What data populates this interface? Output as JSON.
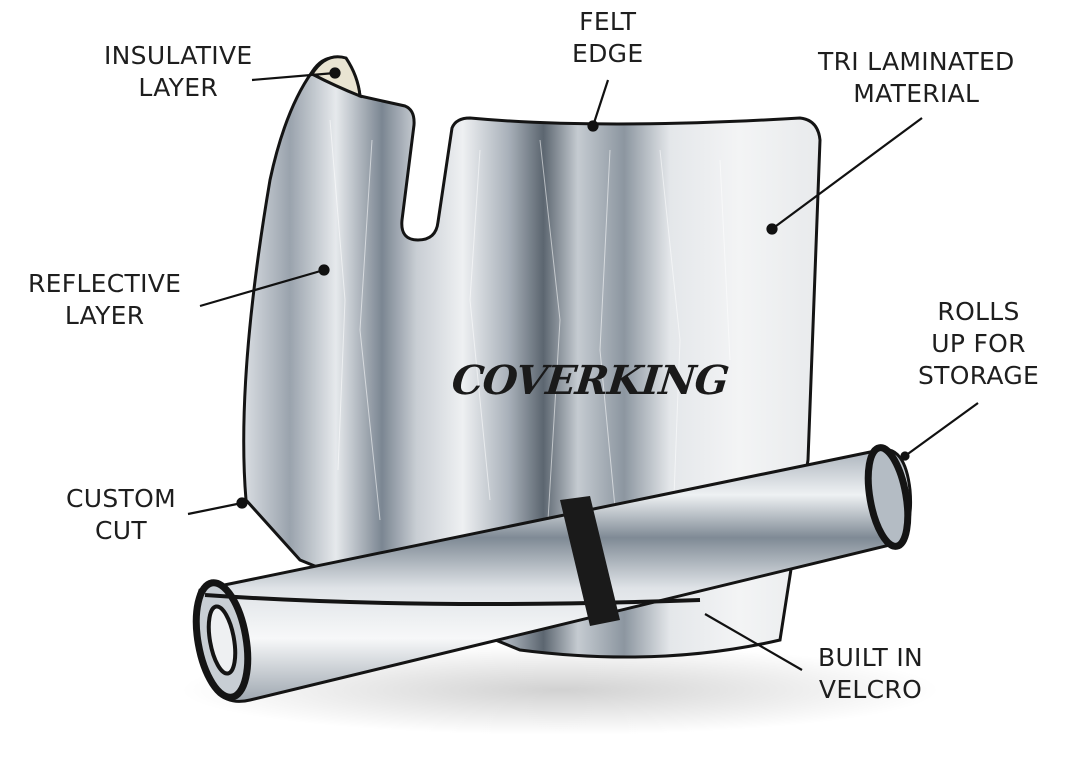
{
  "diagram": {
    "subject": "Windshield sunshade with callouts",
    "brand_logo": "COVERKING",
    "colors": {
      "background": "#ffffff",
      "label_text": "#1e1e1e",
      "leader_line": "#111111",
      "edge_trim": "#141414",
      "silver_light": "#eef0f2",
      "silver_mid": "#b9c0c8",
      "silver_dark": "#5c6670",
      "insulative_felt": "#e9e4d2"
    },
    "callouts": [
      {
        "id": "insulative-layer",
        "lines": [
          "INSULATIVE",
          "LAYER"
        ]
      },
      {
        "id": "felt-edge",
        "lines": [
          "FELT",
          "EDGE"
        ]
      },
      {
        "id": "tri-laminated-material",
        "lines": [
          "TRI LAMINATED",
          "MATERIAL"
        ]
      },
      {
        "id": "reflective-layer",
        "lines": [
          "REFLECTIVE",
          "LAYER"
        ]
      },
      {
        "id": "rolls-up-for-storage",
        "lines": [
          "ROLLS",
          "UP FOR",
          "STORAGE"
        ]
      },
      {
        "id": "custom-cut",
        "lines": [
          "CUSTOM",
          "CUT"
        ]
      },
      {
        "id": "built-in-velcro",
        "lines": [
          "BUILT IN",
          "VELCRO"
        ]
      }
    ]
  }
}
